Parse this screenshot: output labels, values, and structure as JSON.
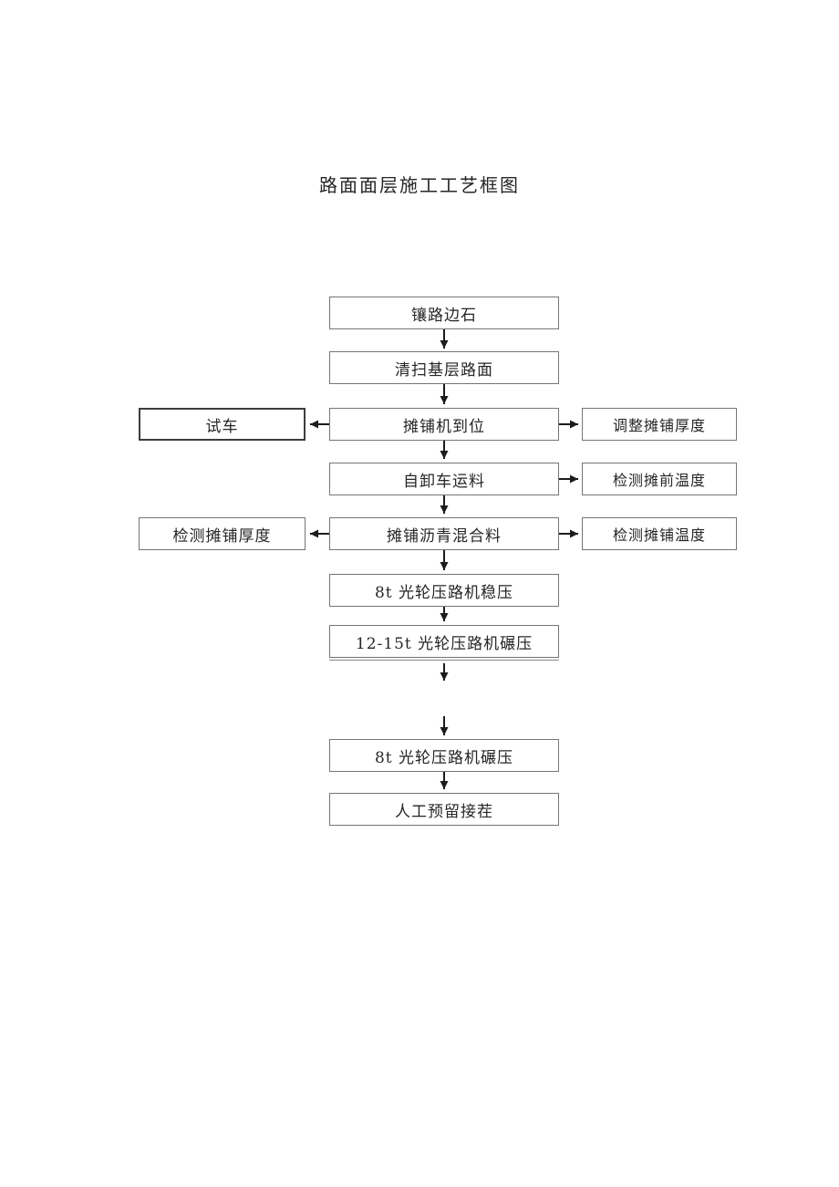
{
  "page": {
    "title": "路面面层施工工艺框图"
  },
  "flowchart": {
    "main": [
      {
        "id": "install-curb",
        "label": "镶路边石"
      },
      {
        "id": "clean-base",
        "label": "清扫基层路面"
      },
      {
        "id": "paver-in-place",
        "label": "摊铺机到位"
      },
      {
        "id": "dump-truck-haul",
        "label": "自卸车运料"
      },
      {
        "id": "pave-asphalt-mix",
        "label": "摊铺沥青混合料"
      },
      {
        "id": "stabilize-8t",
        "label": "8t 光轮压路机稳压"
      },
      {
        "id": "roll-12-15t",
        "label": "12-15t 光轮压路机碾压"
      },
      {
        "id": "roll-8t",
        "label": "8t 光轮压路机碾压"
      },
      {
        "id": "manual-joint",
        "label": "人工预留接茬"
      }
    ],
    "left": [
      {
        "id": "test-run",
        "label": "试车"
      },
      {
        "id": "check-paving-thickness",
        "label": "检测摊铺厚度"
      }
    ],
    "right": [
      {
        "id": "adjust-paving-thickness",
        "label": "调整摊铺厚度"
      },
      {
        "id": "check-pre-paving-temp",
        "label": "检测摊前温度"
      },
      {
        "id": "check-paving-temp",
        "label": "检测摊铺温度"
      }
    ]
  },
  "colors": {
    "background": "#ffffff",
    "box_border": "#757575",
    "emphasis_border": "#3d3d3d",
    "arrow": "#1c1c1c",
    "text": "#262626"
  }
}
